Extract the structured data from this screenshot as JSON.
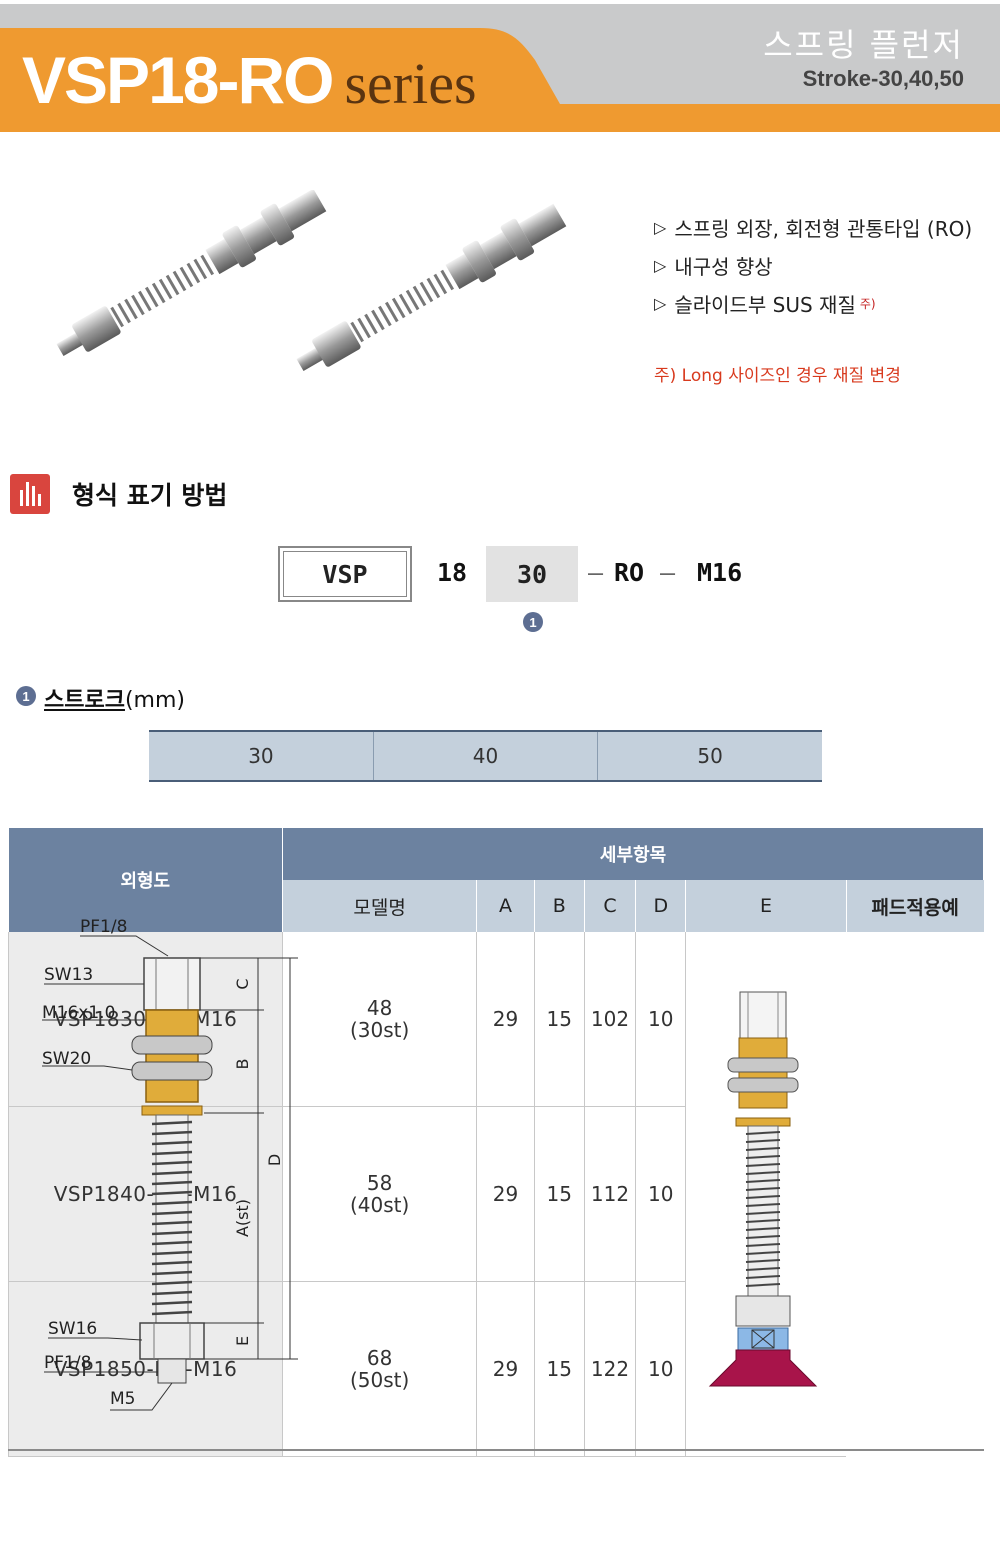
{
  "header": {
    "code": "VSP18-RO",
    "series": "series",
    "title_kr": "스프링 플런저",
    "stroke": "Stroke-30,40,50",
    "colors": {
      "orange": "#ef9a30",
      "gray": "#c9cacb"
    }
  },
  "features": [
    "스프링 외장, 회전형 관통타입 (RO)",
    "내구성 향상",
    "슬라이드부 SUS 재질"
  ],
  "feature_note_mark": "주)",
  "note": "주) Long 사이즈인 경우 재질 변경",
  "section": {
    "title": "형식 표기 방법"
  },
  "notation": {
    "prefix": "VSP",
    "size": "18",
    "stroke": "30",
    "type": "RO",
    "thread": "M16",
    "marker": "1"
  },
  "stroke_section": {
    "marker": "1",
    "label": "스트로크",
    "unit": "(mm)",
    "values": [
      "30",
      "40",
      "50"
    ]
  },
  "spec_table": {
    "header_left": "외형도",
    "header_right": "세부항목",
    "columns": [
      "모델명",
      "A",
      "B",
      "C",
      "D",
      "E",
      "패드적용예"
    ],
    "rows": [
      {
        "model": "VSP1830-RO-M16",
        "a": "48",
        "a_note": "(30st)",
        "b": "29",
        "c": "15",
        "d": "102",
        "e": "10"
      },
      {
        "model": "VSP1840-RO-M16",
        "a": "58",
        "a_note": "(40st)",
        "b": "29",
        "c": "15",
        "d": "112",
        "e": "10"
      },
      {
        "model": "VSP1850-RO-M16",
        "a": "68",
        "a_note": "(50st)",
        "b": "29",
        "c": "15",
        "d": "122",
        "e": "10"
      }
    ]
  },
  "drawing": {
    "labels": {
      "pf_top": "PF1/8",
      "sw13": "SW13",
      "m16": "M16x1.0",
      "sw20": "SW20",
      "sw16": "SW16",
      "pf_bottom": "PF1/8",
      "m5": "M5"
    },
    "dims": {
      "c": "C",
      "b": "B",
      "d": "D",
      "a": "A(st)",
      "e": "E"
    }
  }
}
